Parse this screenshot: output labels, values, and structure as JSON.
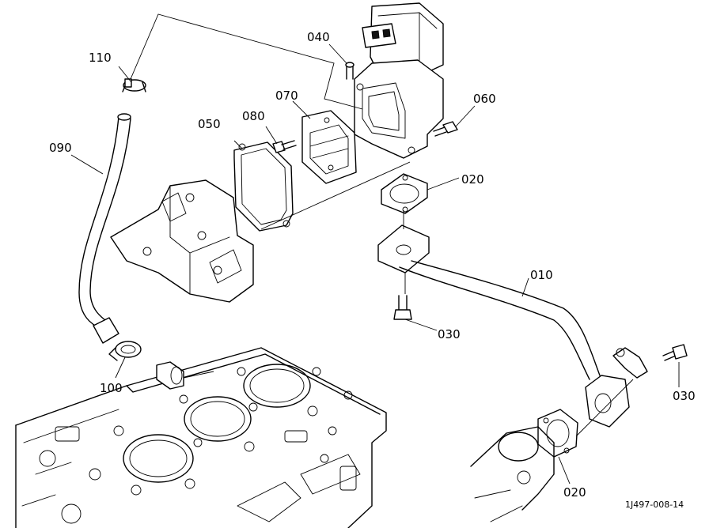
{
  "parts": [
    {
      "id": "p010",
      "text": "010"
    },
    {
      "id": "p020a",
      "text": "020"
    },
    {
      "id": "p020b",
      "text": "020"
    },
    {
      "id": "p030a",
      "text": "030"
    },
    {
      "id": "p030b",
      "text": "030"
    },
    {
      "id": "p040",
      "text": "040"
    },
    {
      "id": "p050",
      "text": "050"
    },
    {
      "id": "p060",
      "text": "060"
    },
    {
      "id": "p070",
      "text": "070"
    },
    {
      "id": "p080",
      "text": "080"
    },
    {
      "id": "p090",
      "text": "090"
    },
    {
      "id": "p100",
      "text": "100"
    },
    {
      "id": "p110",
      "text": "110"
    }
  ],
  "reference_code": "1J497-008-14"
}
